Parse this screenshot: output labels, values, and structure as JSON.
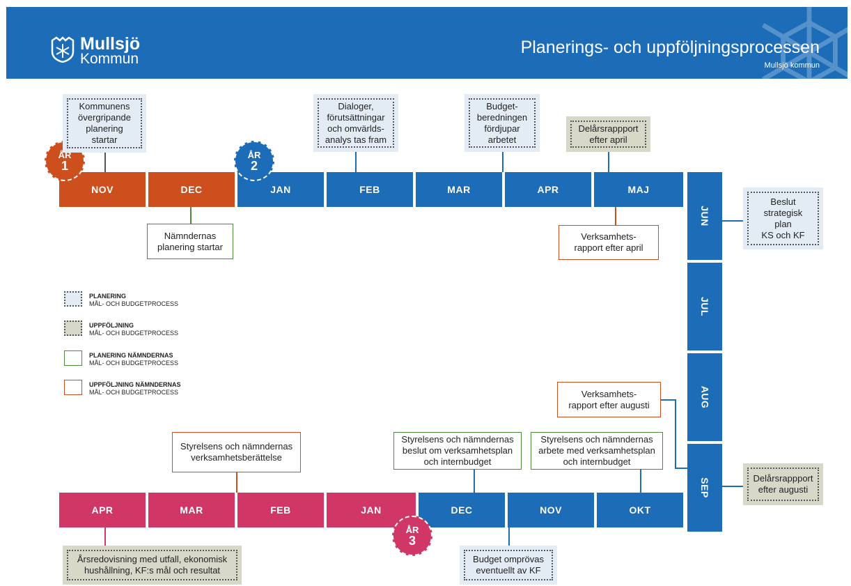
{
  "header": {
    "logo_name": "Mullsjö",
    "logo_sub": "Kommun",
    "title": "Planerings- och uppföljningsprocessen",
    "subtitle": "Mullsjö kommun"
  },
  "years": {
    "prefix": "ÅR",
    "y1": "1",
    "y2": "2",
    "y3": "3"
  },
  "months_top": [
    "NOV",
    "DEC",
    "JAN",
    "FEB",
    "MAR",
    "APR",
    "MAJ"
  ],
  "months_right": [
    "JUN",
    "JUL",
    "AUG",
    "SEP"
  ],
  "months_bottom": [
    "APR",
    "MAR",
    "FEB",
    "JAN",
    "DEC",
    "NOV",
    "OKT"
  ],
  "boxes": {
    "kommunens": "Kommunens\növergripande\nplanering\nstartar",
    "dialoger": "Dialoger,\nförutsättningar\noch omvärlds-\nanalys tas fram",
    "budgetberedning": "Budget-\nberedningen\nfördjupar\narbetet",
    "delarsrapport_april": "Delårsrappport\nefter april",
    "namndernas_planering": "Nämndernas\nplanering startar",
    "verksamhetsrapport_april": "Verksamhets-\nrapport efter april",
    "beslut_strategisk": "Beslut\nstrategisk\nplan\nKS och KF",
    "verksamhetsrapport_augusti": "Verksamhets-\nrapport efter augusti",
    "delarsrapport_augusti": "Delårsrappport\nefter augusti",
    "verksamhetsberattelse": "Styrelsens och nämndernas\nverksamhetsberättelse",
    "beslut_verksamhetsplan": "Styrelsens och nämndernas\nbeslut om verksamhetsplan\noch internbudget",
    "arbete_verksamhetsplan": "Styrelsens och nämndernas\narbete med verksamhetsplan\noch internbudget",
    "arsredovisning": "Årsredovisning med utfall, ekonomisk\nhushållning, KF:s mål och resultat",
    "budget_omprovas": "Budget omprövas\neventuellt av KF"
  },
  "legend": [
    {
      "title": "PLANERING",
      "sub": "MÅL- OCH BUDGETPROCESS"
    },
    {
      "title": "UPPFÖLJNING",
      "sub": "MÅL- OCH BUDGETPROCESS"
    },
    {
      "title": "PLANERING NÄMNDERNAS",
      "sub": "MÅL- OCH BUDGETPROCESS"
    },
    {
      "title": "UPPFÖLJNING NÄMNDERNAS",
      "sub": "MÅL- OCH BUDGETPROCESS"
    }
  ],
  "colors": {
    "blue": "#1c6cb8",
    "orange": "#cd4f1d",
    "pink": "#d03766",
    "green": "#4a8a3a",
    "planering_bg": "#e3ecf5",
    "uppfoljning_bg": "#d8d8c8"
  }
}
